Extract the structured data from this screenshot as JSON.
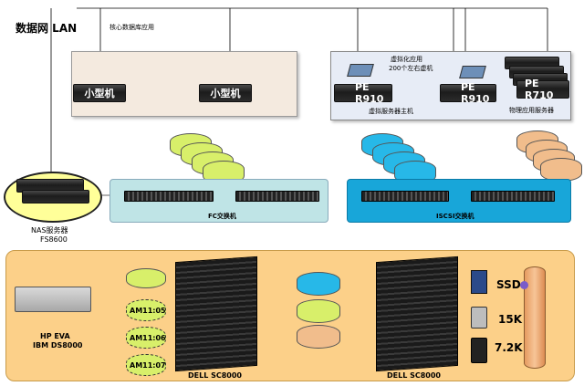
{
  "network": {
    "title": "数据网 LAN",
    "core_apps_label": "核心数据库应用"
  },
  "core_panel": {
    "device_left": "小型机",
    "device_right": "小型机"
  },
  "virt_panel": {
    "virt_apps_label_1": "虚拟化应用",
    "virt_apps_label_2": "200个左右虚机",
    "pe_left": "PE R910",
    "pe_right": "PE R910",
    "pe_phys": "PE R710",
    "virt_hosts_label": "虚拟服务器主机",
    "phys_servers_label": "物理应用服务器"
  },
  "nas": {
    "label_1": "NAS服务器",
    "label_2": "FS8600"
  },
  "switches": {
    "fc_label": "FC交换机",
    "iscsi_label": "ISCSI交换机"
  },
  "storage": {
    "legacy_label_1": "HP  EVA",
    "legacy_label_2": "IBM DS8000",
    "snapshot_1": "AM11:05",
    "snapshot_2": "AM11:06",
    "snapshot_3": "AM11:07",
    "array_left": "DELL SC8000",
    "array_right": "DELL SC8000",
    "tier_1": "SSD",
    "tier_2": "15K",
    "tier_3": "7.2K"
  },
  "colors": {
    "core_panel": "#f4eadf",
    "virt_panel": "#e7ecf6",
    "fc_panel": "#bfe4e6",
    "iscsi_panel": "#18a6d9",
    "storage_panel": "#fcd089",
    "nas_panel": "#ffff99",
    "disk_yellow_green": "#d8ef6a",
    "disk_blue": "#27b8e8",
    "disk_orange": "#f1bd8c",
    "ring_green": "#33a85a",
    "ring_purple": "#7a3a96"
  }
}
